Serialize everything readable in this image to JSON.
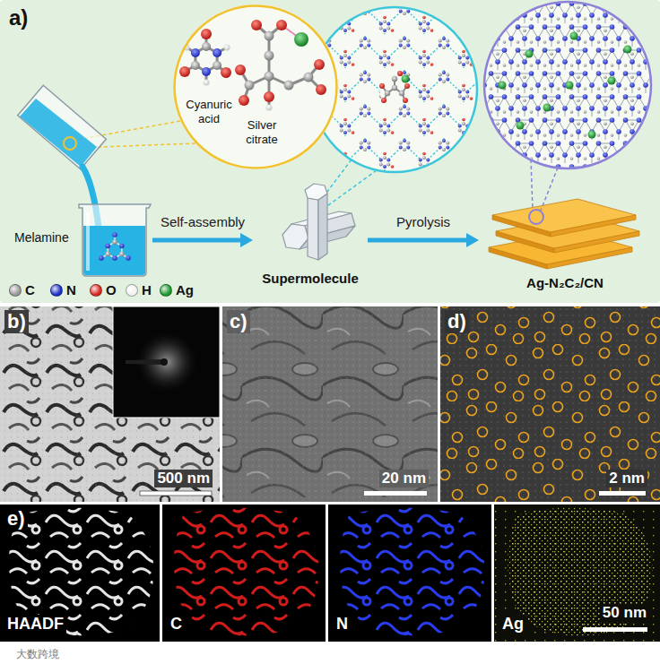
{
  "diagram": {
    "nodes": [
      {
        "text": [
          "a)"
        ]
      },
      {
        "text": [
          "Cyanuric acid",
          "Silver citrate"
        ],
        "in": 0
      },
      {
        "text": [
          "Melamine"
        ],
        "in": 0
      },
      {
        "text": [
          "Supermolecule"
        ],
        "in": 0
      },
      {
        "text": [
          "Ag-N₂C₂/CN"
        ],
        "in": 0
      },
      {
        "text": [
          "b)",
          "500 nm"
        ]
      },
      {
        "text": [
          "c)",
          "20 nm"
        ]
      },
      {
        "text": [
          "d)",
          "2 nm"
        ]
      },
      {
        "text": [
          "e)"
        ]
      },
      {
        "text": [
          "HAADF"
        ],
        "in": 8
      },
      {
        "text": [
          "C"
        ],
        "in": 8
      },
      {
        "text": [
          "N"
        ],
        "in": 8
      },
      {
        "text": [
          "Ag",
          "50 nm"
        ],
        "in": 8
      }
    ],
    "edges": [
      {
        "from": 2,
        "to": 3,
        "arrow": "to",
        "label": "Self-assembly"
      },
      {
        "from": 3,
        "to": 4,
        "arrow": "to",
        "label": "Pyrolysis"
      }
    ],
    "labels": [
      "大数跨境"
    ],
    "legend": [
      {
        "text": "C",
        "color": "#9a9a9a"
      },
      {
        "text": "N",
        "color": "#1f2fc4"
      },
      {
        "text": "O",
        "color": "#d62a22"
      },
      {
        "text": "H",
        "color": "#f2f2f2"
      },
      {
        "text": "Ag",
        "color": "#1f9a2e"
      }
    ]
  }
}
